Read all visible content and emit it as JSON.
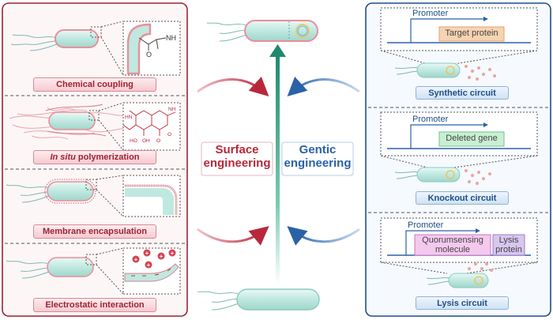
{
  "left_panel": {
    "methods": [
      {
        "label": "Chemical coupling",
        "emphasis": ""
      },
      {
        "label": " polymerization",
        "emphasis": "In situ"
      },
      {
        "label": "Membrane encapsulation",
        "emphasis": ""
      },
      {
        "label": "Electrostatic interaction",
        "emphasis": ""
      }
    ],
    "chem_label": "NH",
    "chem_atom": "O",
    "poly_labels": [
      "HN",
      "NH",
      "HO",
      "OH",
      "O",
      "O"
    ],
    "charge_symbol": "+"
  },
  "center": {
    "surface_label_line1": "Surface",
    "surface_label_line2": "engineering",
    "genetic_label_line1": "Gentic",
    "genetic_label_line2": "engineering"
  },
  "right_panel": {
    "circuits": [
      {
        "promoter": "Promoter",
        "gene": "Target protein",
        "label": "Synthetic circuit"
      },
      {
        "promoter": "Promoter",
        "gene": "Deleted gene",
        "label": "Knockout circuit"
      },
      {
        "promoter": "Promoter",
        "gene_a": "Quorumsensing molecule",
        "gene_b": "Lysis protein",
        "label": "Lysis circuit"
      }
    ],
    "lysis_gene_a_line1": "Quorumsensing",
    "lysis_gene_a_line2": "molecule",
    "lysis_gene_b_line1": "Lysis",
    "lysis_gene_b_line2": "protein"
  },
  "colors": {
    "surface_red": "#b8283a",
    "genetic_blue": "#2a62a8",
    "arrow_green": "#1f8a6d",
    "cell_teal": "#bfe8e0",
    "target_orange": "#f6d3b2",
    "deleted_green": "#c9efd3",
    "quorum_pink": "#f4c9ee",
    "lysis_purple": "#d9c6ee"
  }
}
